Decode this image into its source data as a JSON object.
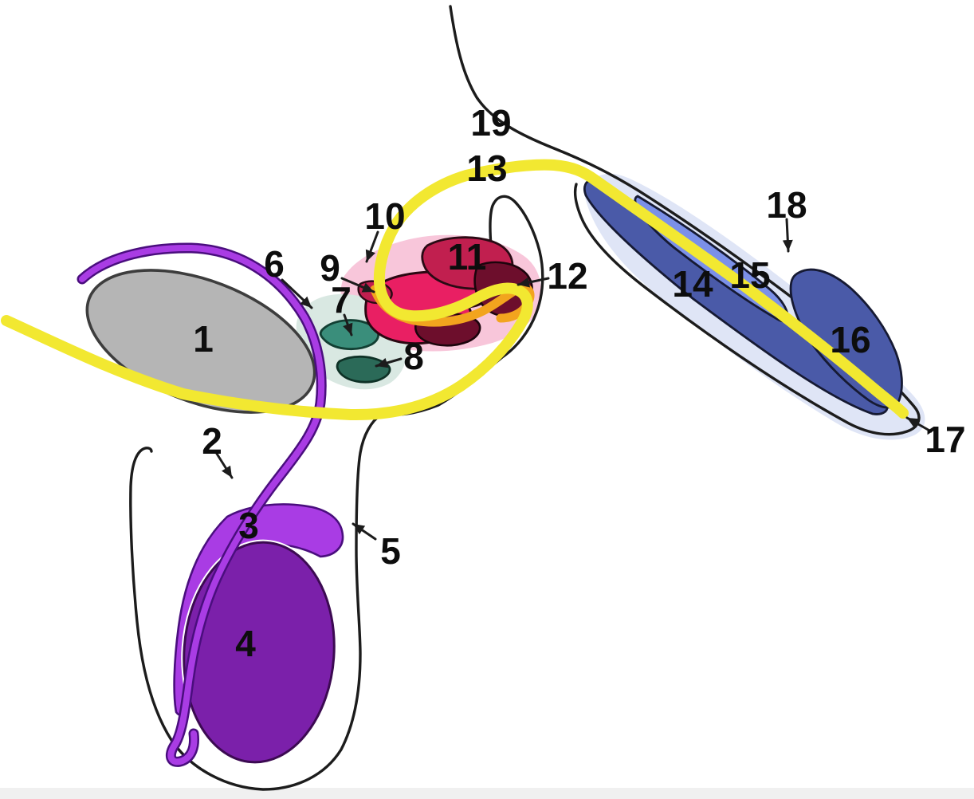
{
  "diagram": {
    "kind": "hand-drawn anatomical schematic, sagittal view, numbered structures",
    "label_count": 19
  },
  "labels": {
    "L1": "1",
    "L2": "2",
    "L3": "3",
    "L4": "4",
    "L5": "5",
    "L6": "6",
    "L7": "7",
    "L8": "8",
    "L9": "9",
    "L10": "10",
    "L11": "11",
    "L12": "12",
    "L13": "13",
    "L14": "14",
    "L15": "15",
    "L16": "16",
    "L17": "17",
    "L18": "18",
    "L19": "19"
  },
  "colors": {
    "background": "#ffffff",
    "bottom_strip": "#f0f0f0",
    "outline": "#1c1c1c",
    "label": "#0d0d0d",
    "gray_fill": "#b5b5b5",
    "gray_outline": "#3d3d3d",
    "purple_bright": "#a93ce4",
    "purple_outline": "#4a0e7e",
    "purple_dark": "#7b20aa",
    "purple_dark_outline": "#3c0a52",
    "teal_halo": "#d9e8e2",
    "teal_mid": "#3a8e7b",
    "teal_mid_outline": "#123f33",
    "teal_dark": "#2b6a58",
    "teal_dark_outline": "#0e3126",
    "pink_halo": "#f8c6da",
    "magenta": "#e91f63",
    "magenta_outline": "#2a0812",
    "crimson": "#c11f4f",
    "crimson_outline": "#2a0a14",
    "maroon": "#6d0e2c",
    "maroon_outline": "#1c040c",
    "yellow": "#f2e831",
    "orange": "#f2a41e",
    "blue_halo": "#dfe5f6",
    "blue_dark": "#4a5aa8",
    "blue_mid": "#7b90e8",
    "blue_outline": "#161a33"
  }
}
